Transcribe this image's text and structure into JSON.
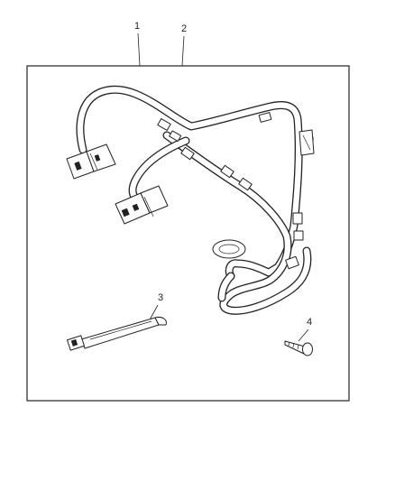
{
  "diagram": {
    "callouts": [
      {
        "id": "1",
        "label": "1"
      },
      {
        "id": "2",
        "label": "2"
      },
      {
        "id": "3",
        "label": "3"
      },
      {
        "id": "4",
        "label": "4"
      }
    ],
    "parts": [
      {
        "callout": "1",
        "icon": "wiring-harness"
      },
      {
        "callout": "2",
        "icon": "wiring-harness"
      },
      {
        "callout": "3",
        "icon": "cable-tie"
      },
      {
        "callout": "4",
        "icon": "screw"
      }
    ],
    "colors": {
      "ink": "#222222",
      "background": "#ffffff"
    }
  }
}
